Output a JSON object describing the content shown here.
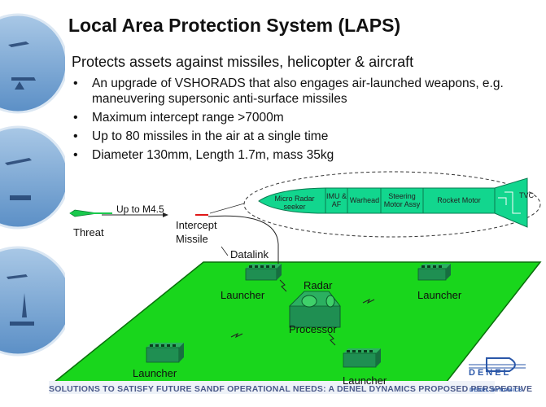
{
  "title": "Local Area Protection System (LAPS)",
  "subtitle": "Protects assets against missiles, helicopter & aircraft",
  "bullets": [
    "An upgrade of VSHORADS that also engages air-launched weapons, e.g. maneuvering supersonic anti-surface missiles",
    "Maximum intercept range >7000m",
    "Up to 80 missiles in the air at a single time",
    "Diameter 130mm, Length 1.7m, mass 35kg"
  ],
  "missile_sections": {
    "seeker": "Micro Radar seeker",
    "imu": "IMU & AF",
    "warhead": "Warhead",
    "steering": "Steering Motor Assy",
    "rocket": "Rocket Motor",
    "tvc": "TVC"
  },
  "labels": {
    "threat_speed": "Up to M4.5",
    "threat": "Threat",
    "intercept_missile": "Intercept Missile",
    "datalink": "Datalink",
    "radar": "Radar",
    "processor": "Processor",
    "launcher_1": "Launcher",
    "launcher_2": "Launcher",
    "launcher_3": "Launcher",
    "launcher_4": "Launcher"
  },
  "footer": "SOLUTIONS TO SATISFY FUTURE SANDF OPERATIONAL NEEDS: A DENEL DYNAMICS PROPOSED PERSPECTIVE",
  "logo": {
    "name": "DENEL",
    "sub": "DENEL DYNAMICS"
  },
  "colors": {
    "ground": "#19d61c",
    "missile": "#12d68e",
    "launcher": "#1f8f52",
    "sidebar_blue": "#3f7fc0",
    "footer_text": "#4b5a8a",
    "logo_blue": "#2a57a8"
  }
}
